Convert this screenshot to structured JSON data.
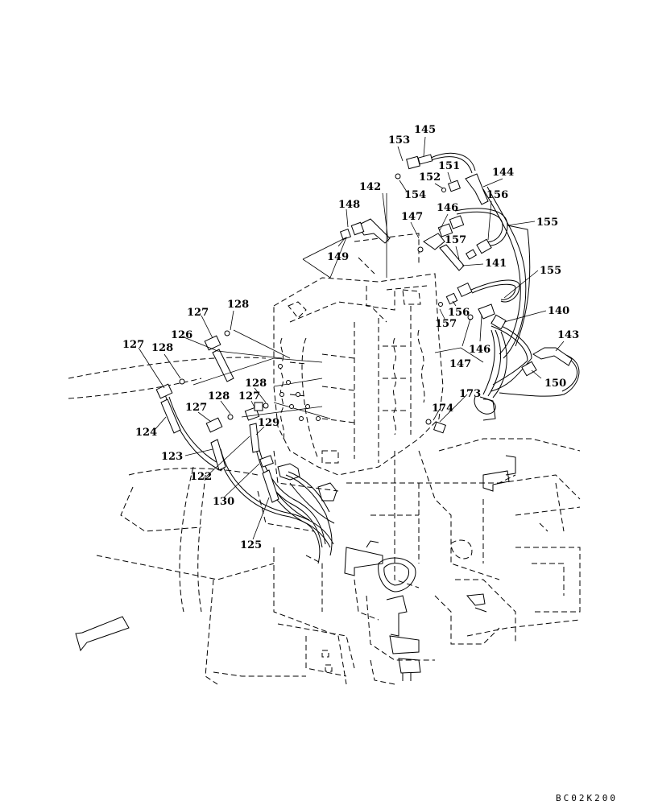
{
  "drawing_code": "BC02K200",
  "callouts": [
    "145",
    "153",
    "151",
    "152",
    "154",
    "144",
    "142",
    "148",
    "147",
    "146",
    "156",
    "155",
    "149",
    "157",
    "141",
    "155",
    "156",
    "157",
    "140",
    "143",
    "146",
    "147",
    "150",
    "127",
    "128",
    "126",
    "127",
    "128",
    "128",
    "127",
    "128",
    "124",
    "127",
    "129",
    "123",
    "122",
    "173",
    "174",
    "130",
    "125"
  ]
}
